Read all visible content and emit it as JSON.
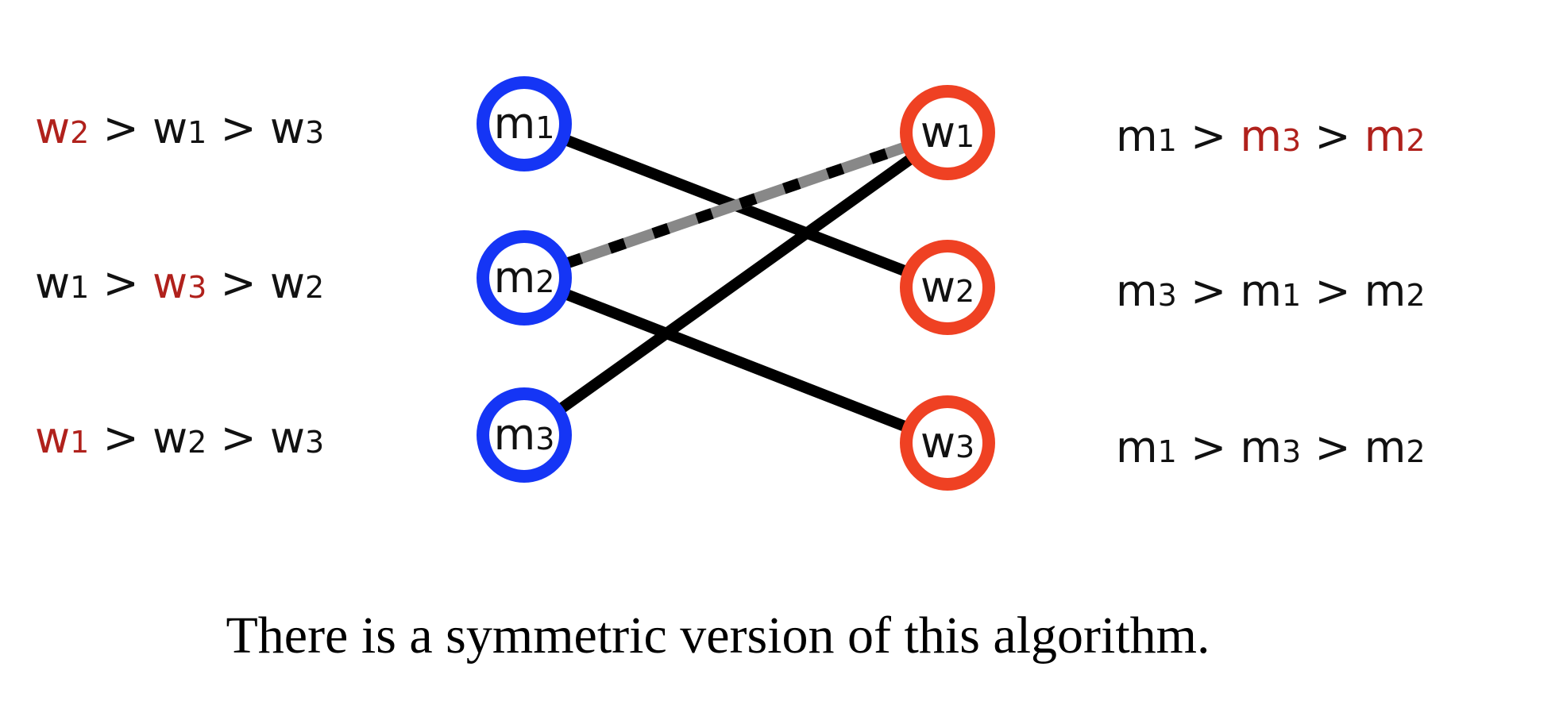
{
  "colors": {
    "men": "#1535f5",
    "women": "#ef4123",
    "highlight": "#b0211c",
    "text": "#111111",
    "edge": "#000000",
    "edge_dashed": "#888888"
  },
  "men": [
    {
      "id": "m1",
      "letter": "m",
      "sub": "1"
    },
    {
      "id": "m2",
      "letter": "m",
      "sub": "2"
    },
    {
      "id": "m3",
      "letter": "m",
      "sub": "3"
    }
  ],
  "women": [
    {
      "id": "w1",
      "letter": "w",
      "sub": "1"
    },
    {
      "id": "w2",
      "letter": "w",
      "sub": "2"
    },
    {
      "id": "w3",
      "letter": "w",
      "sub": "3"
    }
  ],
  "men_preferences": [
    [
      {
        "letter": "w",
        "sub": "2",
        "hl": true
      },
      {
        "letter": "w",
        "sub": "1",
        "hl": false
      },
      {
        "letter": "w",
        "sub": "3",
        "hl": false
      }
    ],
    [
      {
        "letter": "w",
        "sub": "1",
        "hl": false
      },
      {
        "letter": "w",
        "sub": "3",
        "hl": true
      },
      {
        "letter": "w",
        "sub": "2",
        "hl": false
      }
    ],
    [
      {
        "letter": "w",
        "sub": "1",
        "hl": true
      },
      {
        "letter": "w",
        "sub": "2",
        "hl": false
      },
      {
        "letter": "w",
        "sub": "3",
        "hl": false
      }
    ]
  ],
  "women_preferences": [
    [
      {
        "letter": "m",
        "sub": "1",
        "hl": false
      },
      {
        "letter": "m",
        "sub": "3",
        "hl": true
      },
      {
        "letter": "m",
        "sub": "2",
        "hl": true
      }
    ],
    [
      {
        "letter": "m",
        "sub": "3",
        "hl": false
      },
      {
        "letter": "m",
        "sub": "1",
        "hl": false
      },
      {
        "letter": "m",
        "sub": "2",
        "hl": false
      }
    ],
    [
      {
        "letter": "m",
        "sub": "1",
        "hl": false
      },
      {
        "letter": "m",
        "sub": "3",
        "hl": false
      },
      {
        "letter": "m",
        "sub": "2",
        "hl": false
      }
    ]
  ],
  "separator": ">",
  "edges": [
    {
      "from": "m1",
      "to": "w2",
      "style": "solid"
    },
    {
      "from": "m2",
      "to": "w3",
      "style": "solid"
    },
    {
      "from": "m3",
      "to": "w1",
      "style": "solid"
    },
    {
      "from": "m2",
      "to": "w1",
      "style": "dashed"
    }
  ],
  "caption": "There is a symmetric version of this algorithm."
}
